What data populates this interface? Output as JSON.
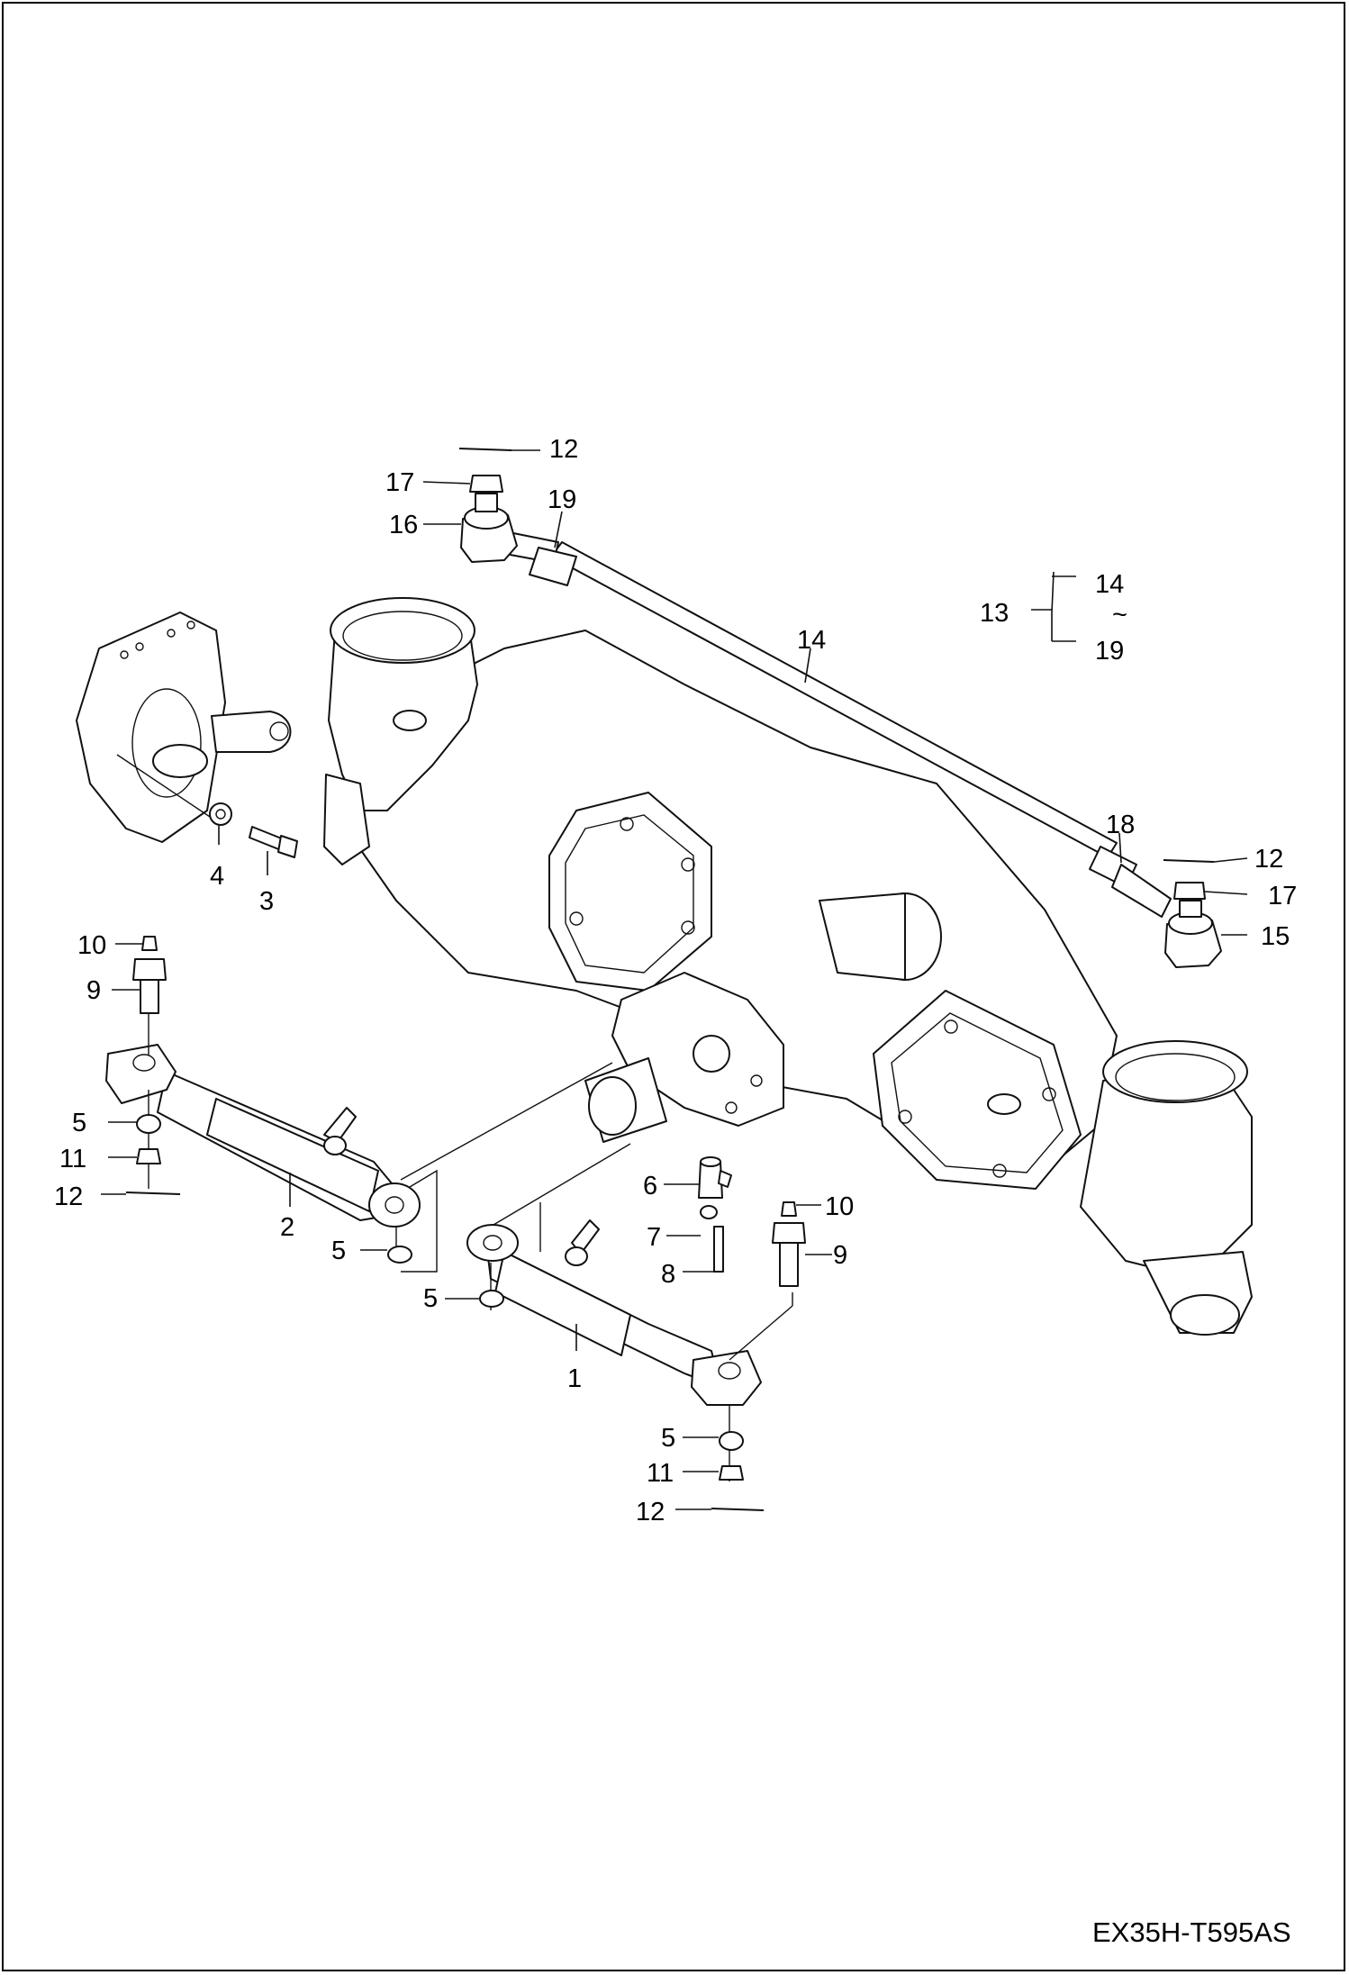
{
  "drawing_code": "EX35H-T595AS",
  "callouts": {
    "c1": "1",
    "c2": "2",
    "c3": "3",
    "c4": "4",
    "c5a": "5",
    "c5b": "5",
    "c5c": "5",
    "c5d": "5",
    "c6": "6",
    "c7": "7",
    "c8": "8",
    "c9a": "9",
    "c9b": "9",
    "c10a": "10",
    "c10b": "10",
    "c11a": "11",
    "c11b": "11",
    "c12a": "12",
    "c12b": "12",
    "c12c": "12",
    "c12d": "12",
    "c13": "13",
    "c14": "14",
    "c14_range_from": "14",
    "c14_range_tilde": "~",
    "c14_range_to": "19",
    "c15": "15",
    "c16": "16",
    "c17a": "17",
    "c17b": "17",
    "c18": "18",
    "c19": "19"
  }
}
